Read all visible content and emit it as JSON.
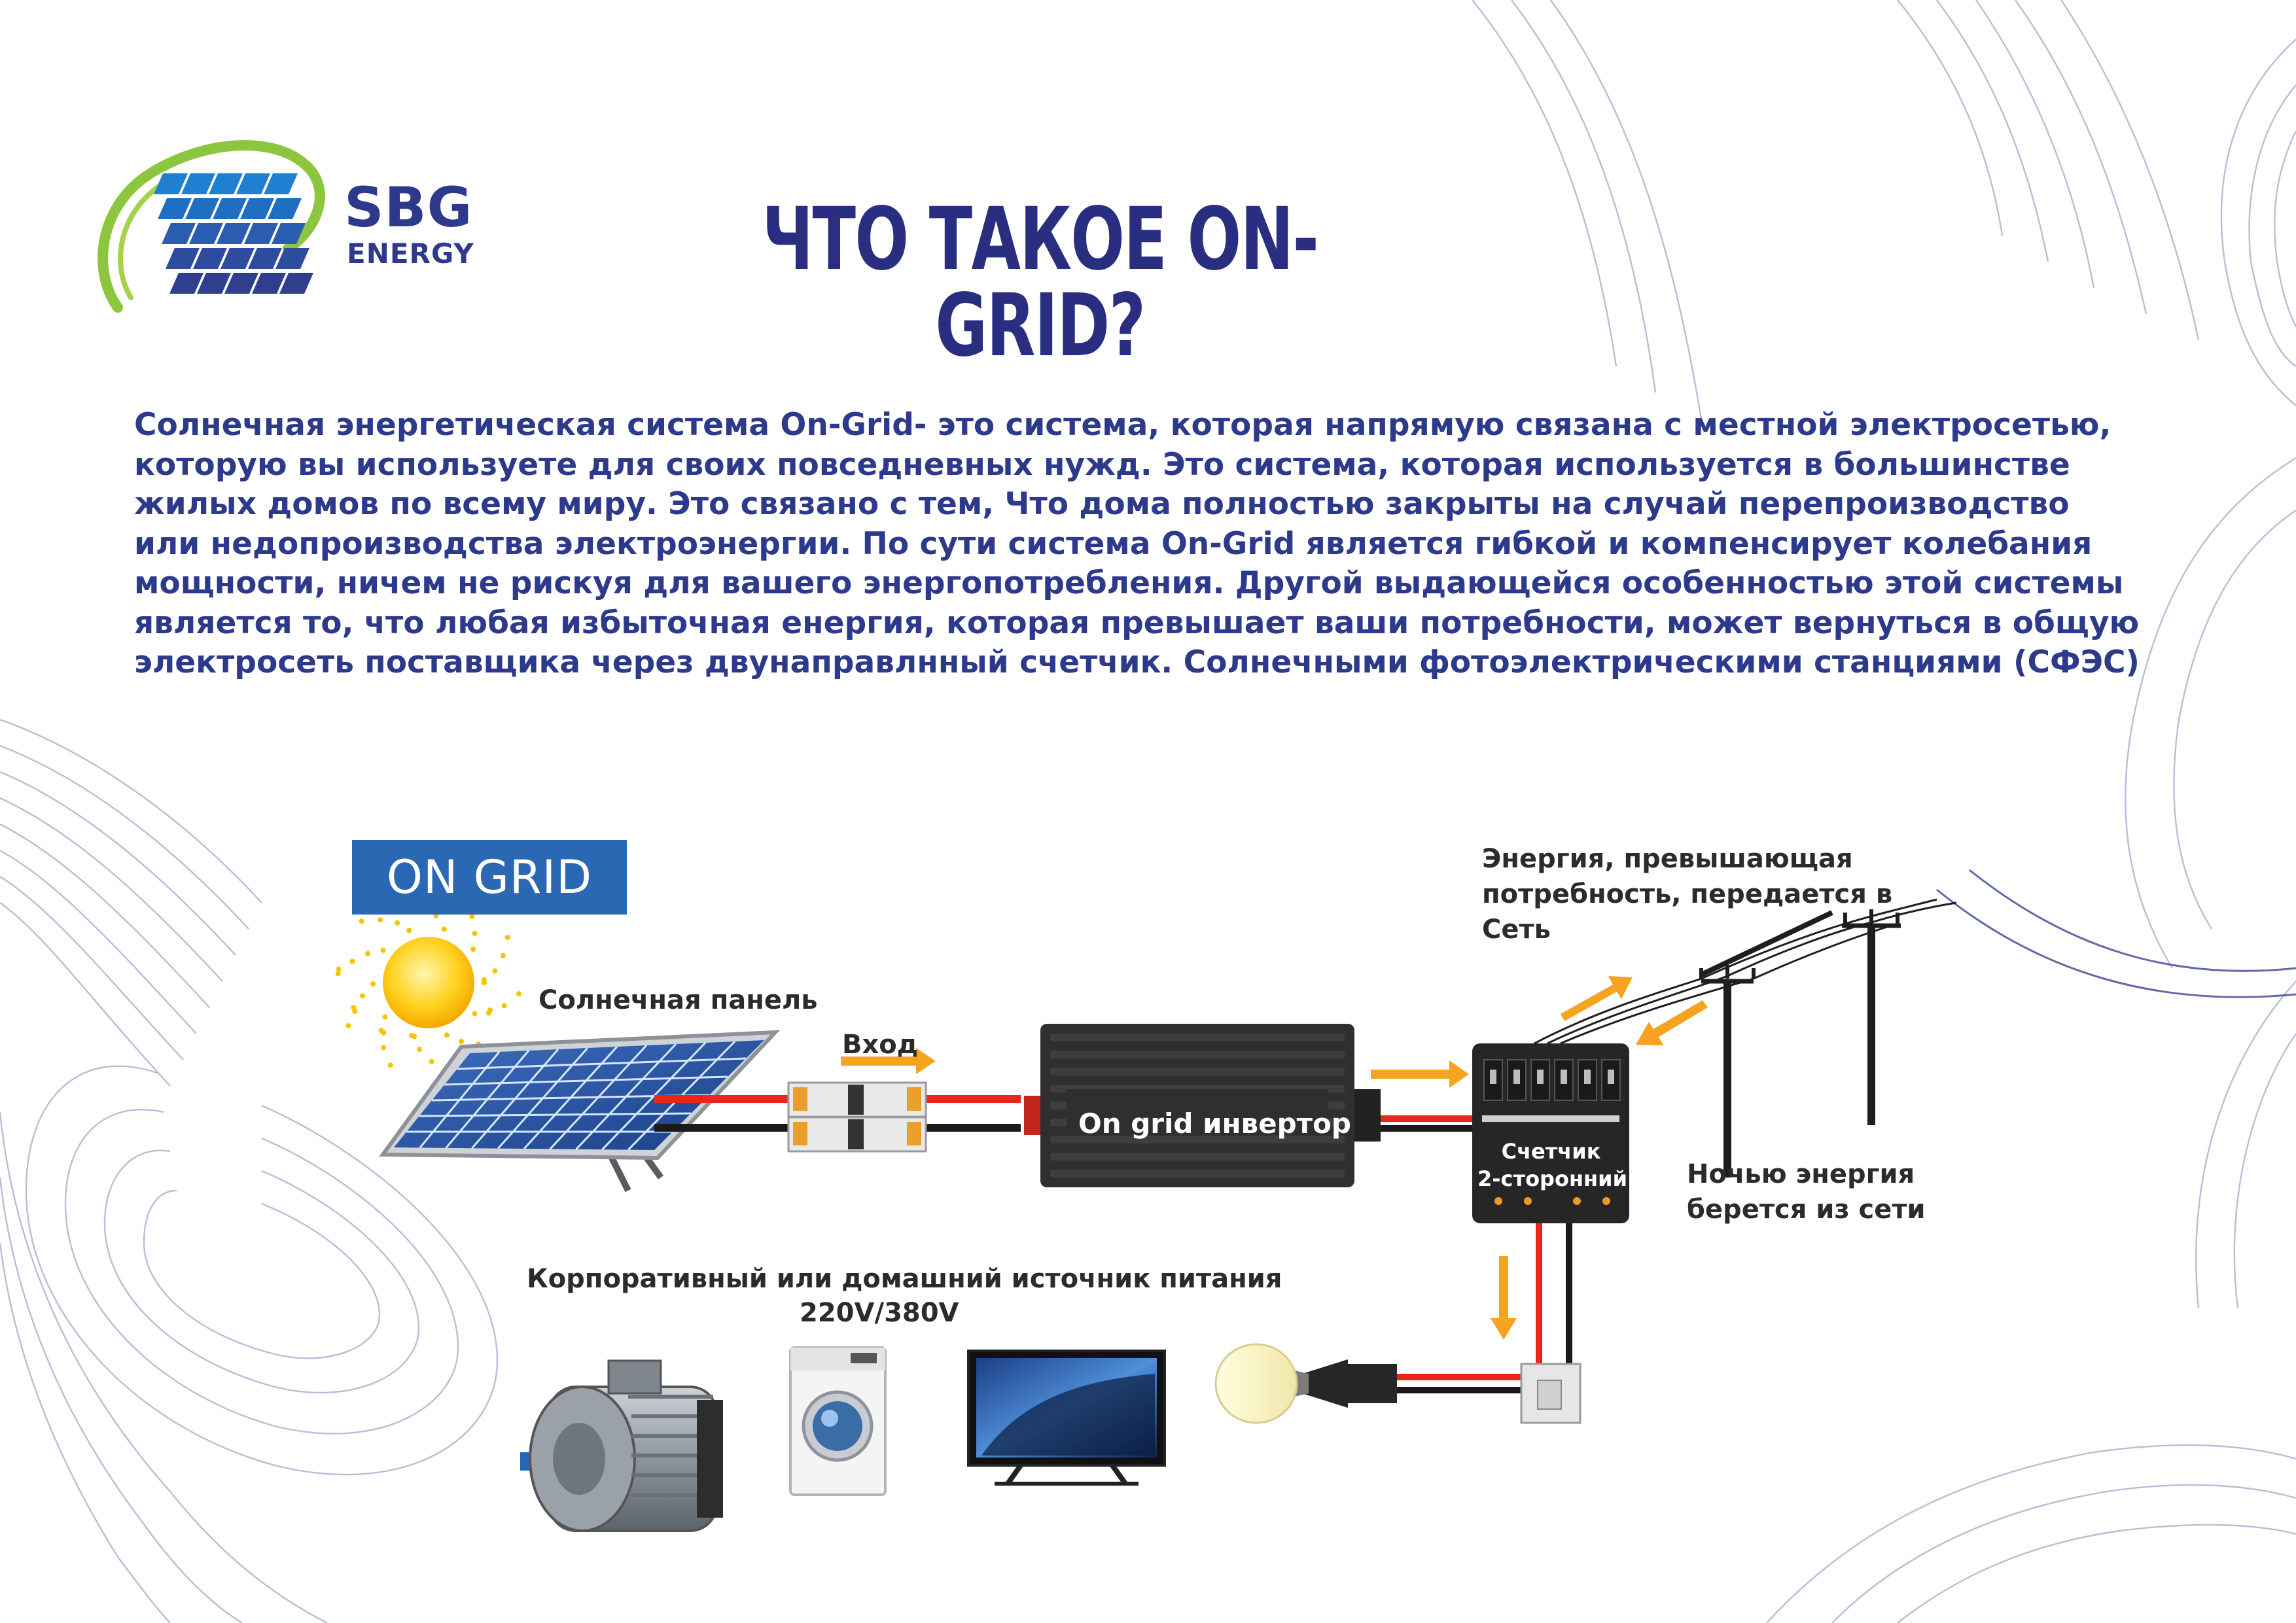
{
  "brand": {
    "name_line1": "SBG",
    "name_line2": "ENERGY",
    "colors": {
      "navy": "#2d3a8c",
      "blue": "#2a68b4",
      "green": "#8cc63f"
    }
  },
  "title": "ЧТО ТАКОЕ ON-GRID?",
  "intro_lines": [
    "Солнечная энергетическая система On-Grid- это система, которая напрямую связана с местной электросетью,",
    "которую вы используете для своих повседневных нужд. Это система, которая используется в большинстве",
    "жилых домов по всему миру. Это связано с тем, Что дома полностью закрыты на случай перепроизводство",
    "или недопроизводства электроэнергии. По сути система On-Grid является гибкой и компенсирует колебания",
    "мощности, ничем не рискуя для вашего энергопотребления. Другой выдающейся особенностью этой системы",
    "является то, что любая избыточная енергия, которая превышает ваши потребности, может вернуться в общую",
    "электросеть поставщика через двунаправлнный счетчик. Солнечными фотоэлектрическими станциями (СФЭС)"
  ],
  "diagram": {
    "badge": "ON GRID",
    "solar_panel": "Солнечная панель",
    "input": "Вход",
    "inverter": "On grid инвертор",
    "export_line1": "Энергия, превышающая",
    "export_line2": "потребность, передается в",
    "export_line3": "Сеть",
    "meter_line1": "Счетчик",
    "meter_line2": "2-сторонний",
    "night_line1": "Ночью энергия",
    "night_line2": "берется из сети",
    "load_line1": "Корпоративный или домашний источник питания",
    "load_line2": "220V/380V",
    "colors": {
      "wire_red": "#e8261c",
      "wire_black": "#1a1a1a",
      "arrow": "#f5a321",
      "dark_box": "#2b2b2b"
    }
  }
}
